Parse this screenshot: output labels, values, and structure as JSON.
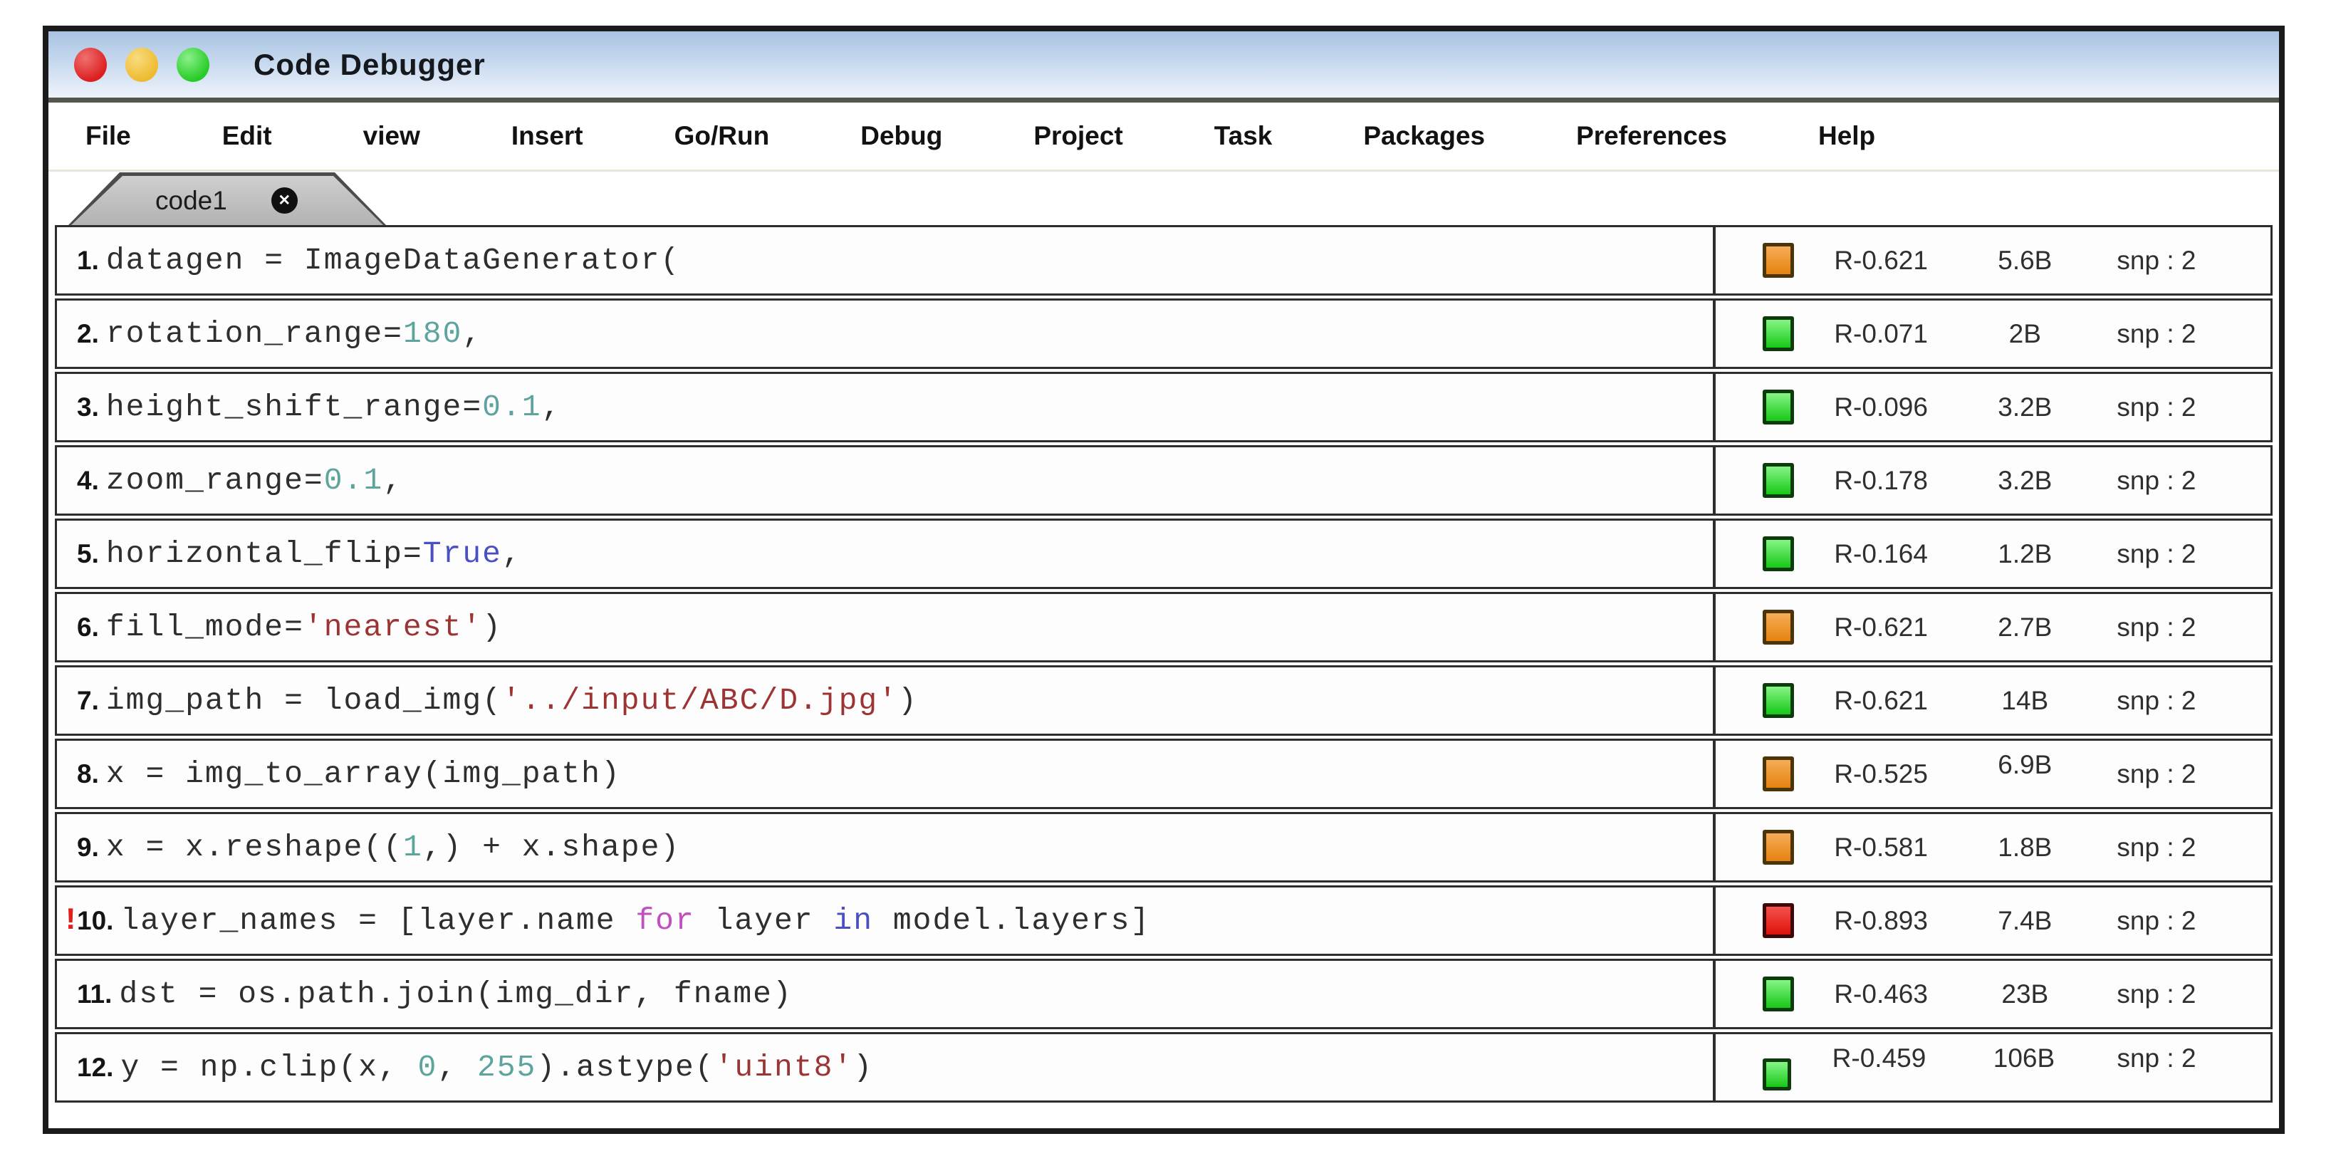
{
  "titlebar": {
    "title": "Code Debugger",
    "buttons": [
      {
        "name": "close-button",
        "color_class": "t-red"
      },
      {
        "name": "minimize-button",
        "color_class": "t-yellow"
      },
      {
        "name": "zoom-button",
        "color_class": "t-green"
      }
    ]
  },
  "menu": {
    "items": [
      "File",
      "Edit",
      "view",
      "Insert",
      "Go/Run",
      "Debug",
      "Project",
      "Task",
      "Packages",
      "Preferences",
      "Help"
    ]
  },
  "tab": {
    "label": "code1",
    "close_glyph": "✕"
  },
  "editor": {
    "alert_marker": "!",
    "rows": [
      {
        "num": "1.",
        "alert": false,
        "quirk": "",
        "segments": [
          {
            "t": "datagen = ImageDataGenerator(",
            "c": "plain"
          }
        ],
        "status": {
          "color": "orange",
          "r": "R-0.621",
          "size": "5.6B",
          "snp": "snp : 2"
        }
      },
      {
        "num": "2.",
        "alert": false,
        "quirk": "",
        "segments": [
          {
            "t": "rotation_range=",
            "c": "plain"
          },
          {
            "t": "180",
            "c": "num"
          },
          {
            "t": ",",
            "c": "plain"
          }
        ],
        "status": {
          "color": "green",
          "r": "R-0.071",
          "size": "2B",
          "snp": "snp : 2"
        }
      },
      {
        "num": "3.",
        "alert": false,
        "quirk": "",
        "segments": [
          {
            "t": "height_shift_range=",
            "c": "plain"
          },
          {
            "t": "0.1",
            "c": "num"
          },
          {
            "t": ",",
            "c": "plain"
          }
        ],
        "status": {
          "color": "green",
          "r": "R-0.096",
          "size": "3.2B",
          "snp": "snp : 2"
        }
      },
      {
        "num": "4.",
        "alert": false,
        "quirk": "",
        "segments": [
          {
            "t": "zoom_range=",
            "c": "plain"
          },
          {
            "t": "0.1",
            "c": "num"
          },
          {
            "t": ",",
            "c": "plain"
          }
        ],
        "status": {
          "color": "green",
          "r": "R-0.178",
          "size": "3.2B",
          "snp": "snp : 2"
        }
      },
      {
        "num": "5.",
        "alert": false,
        "quirk": "",
        "segments": [
          {
            "t": "horizontal_flip=",
            "c": "plain"
          },
          {
            "t": "True",
            "c": "kw"
          },
          {
            "t": ",",
            "c": "plain"
          }
        ],
        "status": {
          "color": "green",
          "r": "R-0.164",
          "size": "1.2B",
          "snp": "snp : 2"
        }
      },
      {
        "num": "6.",
        "alert": false,
        "quirk": "",
        "segments": [
          {
            "t": "fill_mode=",
            "c": "plain"
          },
          {
            "t": "'nearest'",
            "c": "str"
          },
          {
            "t": ")",
            "c": "plain"
          }
        ],
        "status": {
          "color": "orange",
          "r": "R-0.621",
          "size": "2.7B",
          "snp": "snp : 2"
        }
      },
      {
        "num": "7.",
        "alert": false,
        "quirk": "",
        "segments": [
          {
            "t": "img_path = load_img(",
            "c": "plain"
          },
          {
            "t": "'../input/ABC/D.jpg'",
            "c": "str"
          },
          {
            "t": ")",
            "c": "plain"
          }
        ],
        "status": {
          "color": "green",
          "r": "R-0.621",
          "size": "14B",
          "snp": "snp : 2"
        }
      },
      {
        "num": "8.",
        "alert": false,
        "quirk": "size-up",
        "segments": [
          {
            "t": "x = img_to_array(img_path)",
            "c": "plain"
          }
        ],
        "status": {
          "color": "orange",
          "r": "R-0.525",
          "size": "6.9B",
          "snp": "snp : 2"
        }
      },
      {
        "num": "9.",
        "alert": false,
        "quirk": "",
        "segments": [
          {
            "t": "x = x.reshape((",
            "c": "plain"
          },
          {
            "t": "1",
            "c": "num"
          },
          {
            "t": ",) + x.shape)",
            "c": "plain"
          }
        ],
        "status": {
          "color": "orange",
          "r": "R-0.581",
          "size": "1.8B",
          "snp": "snp : 2"
        }
      },
      {
        "num": "10.",
        "alert": true,
        "quirk": "",
        "segments": [
          {
            "t": "layer_names = [layer.name ",
            "c": "plain"
          },
          {
            "t": "for",
            "c": "kw2"
          },
          {
            "t": " layer ",
            "c": "plain"
          },
          {
            "t": "in",
            "c": "kw"
          },
          {
            "t": " model.layers]",
            "c": "plain"
          }
        ],
        "status": {
          "color": "red",
          "r": "R-0.893",
          "size": "7.4B",
          "snp": "snp : 2"
        }
      },
      {
        "num": "11.",
        "alert": false,
        "quirk": "",
        "segments": [
          {
            "t": "dst = os.path.join(img_dir, fname)",
            "c": "plain"
          }
        ],
        "status": {
          "color": "green",
          "r": "R-0.463",
          "size": "23B",
          "snp": "snp : 2"
        }
      },
      {
        "num": "12.",
        "alert": false,
        "quirk": "text-up",
        "segments": [
          {
            "t": "y = np.clip(x, ",
            "c": "plain"
          },
          {
            "t": "0",
            "c": "num"
          },
          {
            "t": ", ",
            "c": "plain"
          },
          {
            "t": "255",
            "c": "num"
          },
          {
            "t": ").astype(",
            "c": "plain"
          },
          {
            "t": "'uint8'",
            "c": "str"
          },
          {
            "t": ")",
            "c": "plain"
          }
        ],
        "status": {
          "color": "green",
          "r": "R-0.459",
          "size": "106B",
          "snp": "snp : 2"
        }
      }
    ]
  },
  "colors": {
    "syntax": {
      "num": "#5da49e",
      "kw": "#4a4fc4",
      "kw2": "#c24fc2",
      "str": "#9c3434",
      "alert": "#e02020"
    },
    "status": {
      "orange": {
        "top": "#f6ad58",
        "bottom": "#e5820f",
        "border": "#4a3408"
      },
      "green": {
        "top": "#86f586",
        "bottom": "#17c817",
        "border": "#0c3b0c"
      },
      "red": {
        "top": "#f4524b",
        "bottom": "#dc120c",
        "border": "#3c0808"
      }
    }
  }
}
